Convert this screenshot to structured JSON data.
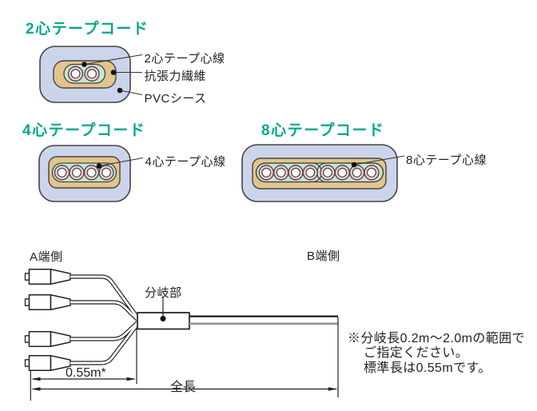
{
  "colors": {
    "accent": "#00a78e",
    "sheath_fill": "#ccd4eb",
    "tension_fill": "#e2c48d",
    "tape_fill": "#c9e5ce",
    "core_ring_fill": "#f6cad4",
    "outline": "#444444",
    "line_art": "#222222",
    "cable_gray": "#999999"
  },
  "sections": {
    "two_core": {
      "title": "2心テープコード",
      "label_core": "2心テープ心線",
      "label_tension": "抗張力繊維",
      "label_sheath": "PVCシース",
      "core_count": 2
    },
    "four_core": {
      "title": "4心テープコード",
      "label_core": "4心テープ心線",
      "core_count": 4
    },
    "eight_core": {
      "title": "8心テープコード",
      "label_core": "8心テープ心線",
      "core_count": 8
    }
  },
  "assembly": {
    "a_end_label": "A端側",
    "b_end_label": "B端側",
    "branch_label": "分岐部",
    "branch_length": "0.55m*",
    "total_length_label": "全長",
    "note_line1": "※分岐長0.2m～2.0mの範囲で",
    "note_line2": "ご指定ください。",
    "note_line3": "標準長は0.55mです。",
    "connector_count": 4
  }
}
